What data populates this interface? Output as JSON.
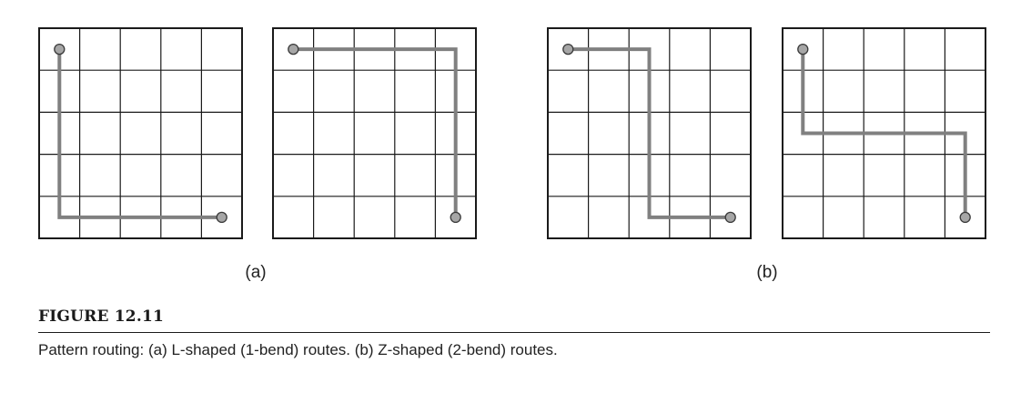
{
  "figure": {
    "title": "FIGURE 12.11",
    "caption": "Pattern routing: (a) L-shaped (1-bend) routes. (b) Z-shaped (2-bend) routes.",
    "colors": {
      "grid": "#1a1a1a",
      "route": "#808080",
      "pin_fill": "#a6a6a6",
      "pin_stroke": "#3a3a3a"
    },
    "grid_size": {
      "cols": 5,
      "rows": 5
    },
    "panels": [
      {
        "id": "a-left",
        "group": "a",
        "route": [
          [
            0.5,
            0.5
          ],
          [
            0.5,
            4.5
          ],
          [
            4.5,
            4.5
          ]
        ]
      },
      {
        "id": "a-right",
        "group": "a",
        "route": [
          [
            0.5,
            0.5
          ],
          [
            4.5,
            0.5
          ],
          [
            4.5,
            4.5
          ]
        ]
      },
      {
        "id": "b-left",
        "group": "b",
        "route": [
          [
            0.5,
            0.5
          ],
          [
            2.5,
            0.5
          ],
          [
            2.5,
            4.5
          ],
          [
            4.5,
            4.5
          ]
        ]
      },
      {
        "id": "b-right",
        "group": "b",
        "route": [
          [
            0.5,
            0.5
          ],
          [
            0.5,
            2.5
          ],
          [
            4.5,
            2.5
          ],
          [
            4.5,
            4.5
          ]
        ]
      }
    ],
    "sublabels": [
      {
        "group": "a",
        "text": "(a)"
      },
      {
        "group": "b",
        "text": "(b)"
      }
    ]
  }
}
